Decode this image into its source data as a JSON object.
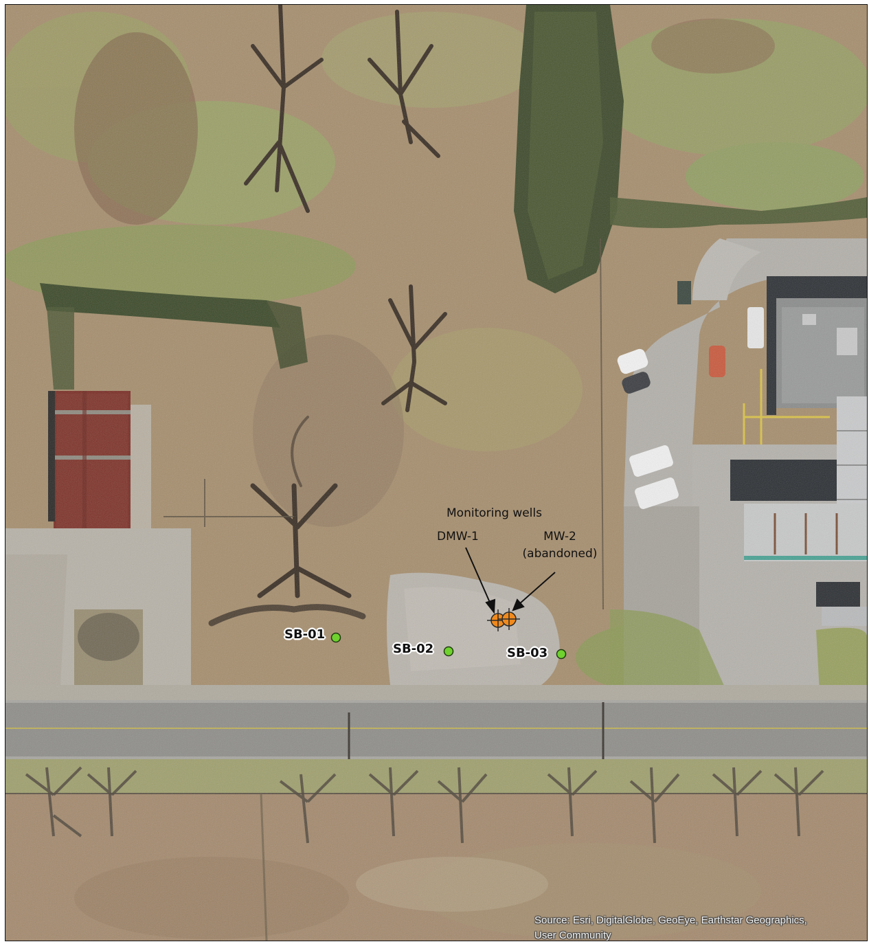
{
  "annotations": {
    "group_title": "Monitoring wells",
    "dmw1_label": "DMW-1",
    "mw2_label_line1": "MW-2",
    "mw2_label_line2": "(abandoned)"
  },
  "soil_borings": [
    {
      "label": "SB-01"
    },
    {
      "label": "SB-02"
    },
    {
      "label": "SB-03"
    }
  ],
  "monitoring_wells": [
    {
      "name": "DMW-1",
      "status": "active"
    },
    {
      "name": "MW-2",
      "status": "abandoned"
    }
  ],
  "attribution": {
    "line1": "Source: Esri, DigitalGlobe, GeoEye, Earthstar Geographics,",
    "line2": "User Community"
  },
  "colors": {
    "soil_boring_marker": "#6fd22e",
    "well_marker": "#f08a1c",
    "rooftop": "#7a2e26",
    "pavement": "#b9b5ad",
    "grass_dry": "#a68e6e",
    "grass_green": "#8f9a5c"
  }
}
